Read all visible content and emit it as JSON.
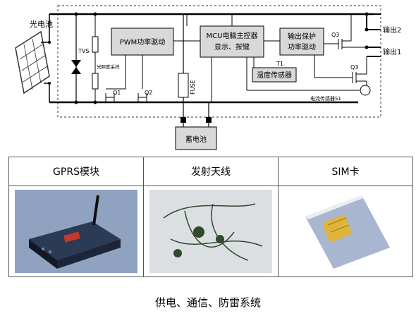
{
  "diagram": {
    "solar_panel": "光电池",
    "tvs": "TVS",
    "sampling": "光照度采样",
    "pwm": "PWM功率驱动",
    "mcu_line1": "MCU电脑主控器",
    "mcu_line2": "显示、按键",
    "output_line1": "输出保护",
    "output_line2": "功率驱动",
    "temp_sensor": "温度传感器",
    "t1": "T1",
    "fuse": "FUSE",
    "battery": "蓄电池",
    "q1": "Q1",
    "q2": "Q2",
    "q3_top": "Q3",
    "q3_bottom": "Q3",
    "output2": "输出2",
    "output1": "输出1",
    "current_sensor": "电流传感器S1"
  },
  "table": {
    "headers": [
      "GPRS模块",
      "发射天线",
      "SIM卡"
    ]
  },
  "caption": "供电、通信、防雷系统",
  "colors": {
    "box_fill": "#d9d9d9",
    "module_body": "#2b3a55",
    "sim_chip": "#e0b43a",
    "antenna": "#2f4a2c"
  }
}
